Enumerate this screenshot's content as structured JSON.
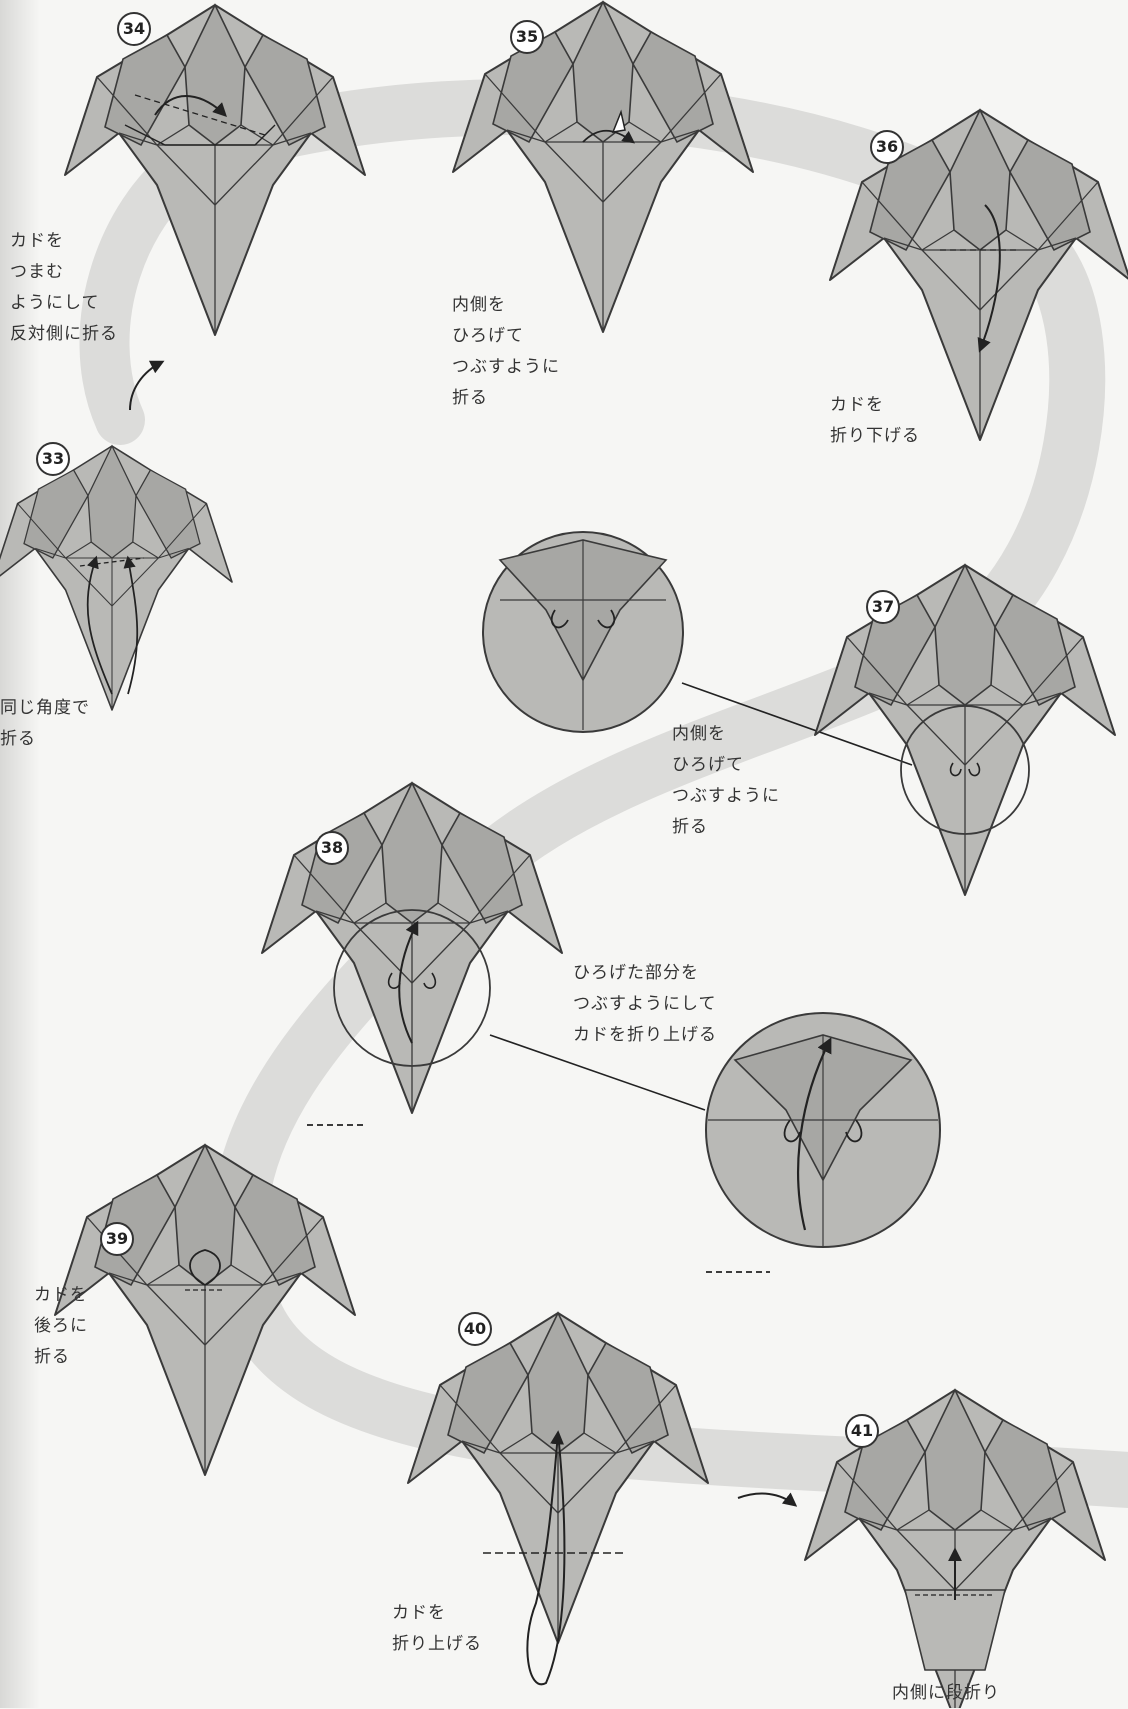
{
  "steps": [
    {
      "number": "34",
      "caption": "カドを\nつまむ\nようにして\n反対側に折る"
    },
    {
      "number": "35",
      "caption": "内側を\nひろげて\nつぶすように\n折る"
    },
    {
      "number": "36",
      "caption": "カドを\n折り下げる"
    },
    {
      "number": "33",
      "caption": "同じ角度で\n折る"
    },
    {
      "number": "37",
      "caption": "内側を\nひろげて\nつぶすように\n折る"
    },
    {
      "number": "38",
      "caption": "ひろげた部分を\nつぶすようにして\nカドを折り上げる"
    },
    {
      "number": "39",
      "caption": "カドを\n後ろに\n折る"
    },
    {
      "number": "40",
      "caption": "カドを\n折り上げる"
    },
    {
      "number": "41",
      "caption": "内側に段折り"
    }
  ],
  "colors": {
    "paper": "#b9b9b6",
    "paper_dark": "#a5a5a2",
    "line": "#3a3a3a",
    "track": "#dcdcda",
    "background": "#f6f6f4"
  }
}
